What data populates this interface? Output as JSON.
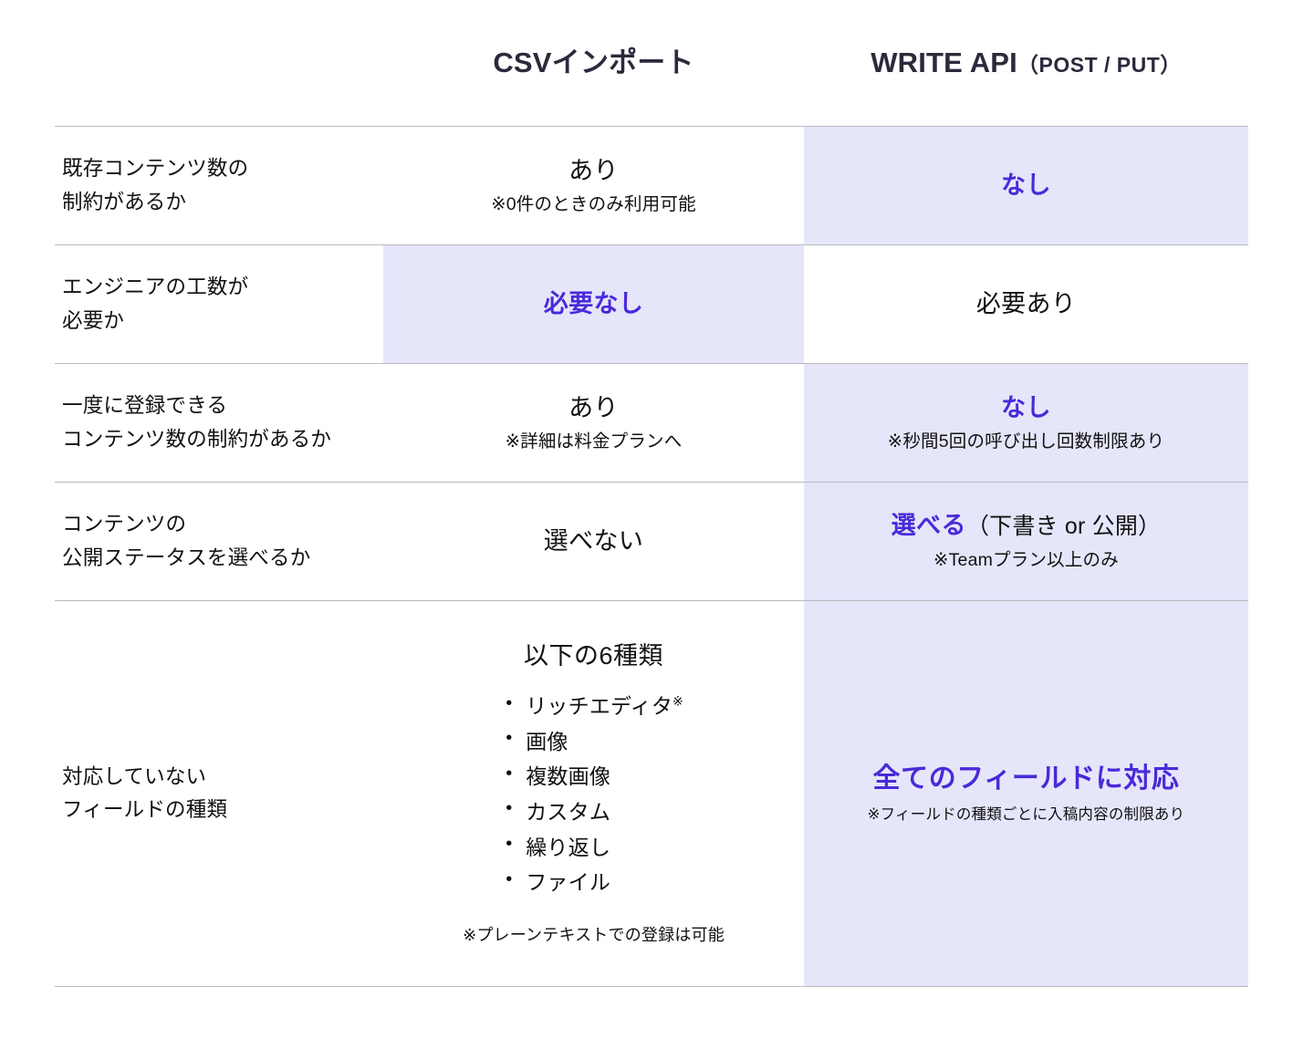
{
  "theme": {
    "accent_color": "#4a29d9",
    "highlight_bg": "#e5e6fa",
    "header_text_color": "#2a2a3c",
    "divider_color": "#b8b8be",
    "body_text_color": "#111111",
    "page_bg": "#ffffff"
  },
  "header": {
    "label_column": "",
    "csv_column": "CSVインポート",
    "api_column_main": "WRITE API",
    "api_column_paren": "（POST / PUT）"
  },
  "rows": [
    {
      "label": "既存コンテンツ数の\n制約があるか",
      "csv": {
        "main": "あり",
        "note": "※0件のときのみ利用可能",
        "accent": false,
        "highlight": false
      },
      "api": {
        "main": "なし",
        "note": "",
        "accent": true,
        "highlight": true
      }
    },
    {
      "label": "エンジニアの工数が\n必要か",
      "csv": {
        "main": "必要なし",
        "note": "",
        "accent": true,
        "highlight": true
      },
      "api": {
        "main": "必要あり",
        "note": "",
        "accent": false,
        "highlight": false
      }
    },
    {
      "label": "一度に登録できる\nコンテンツ数の制約があるか",
      "csv": {
        "main": "あり",
        "note": "※詳細は料金プランへ",
        "accent": false,
        "highlight": false
      },
      "api": {
        "main": "なし",
        "note": "※秒間5回の呼び出し回数制限あり",
        "accent": true,
        "highlight": true
      }
    },
    {
      "label": "コンテンツの\n公開ステータスを選べるか",
      "csv": {
        "main": "選べない",
        "note": "",
        "accent": false,
        "highlight": false
      },
      "api": {
        "main": "選べる",
        "main_tail": "（下書き or 公開）",
        "note": "※Teamプラン以上のみ",
        "accent": true,
        "highlight": true
      }
    }
  ],
  "field_row": {
    "label": "対応していない\nフィールドの種類",
    "csv": {
      "heading": "以下の6種類",
      "items": [
        {
          "text": "リッチエディタ",
          "sup": "※"
        },
        {
          "text": "画像",
          "sup": ""
        },
        {
          "text": "複数画像",
          "sup": ""
        },
        {
          "text": "カスタム",
          "sup": ""
        },
        {
          "text": "繰り返し",
          "sup": ""
        },
        {
          "text": "ファイル",
          "sup": ""
        }
      ],
      "footnote": "※プレーンテキストでの登録は可能",
      "highlight": false
    },
    "api": {
      "main": "全てのフィールドに対応",
      "note": "※フィールドの種類ごとに入稿内容の制限あり",
      "highlight": true
    }
  }
}
